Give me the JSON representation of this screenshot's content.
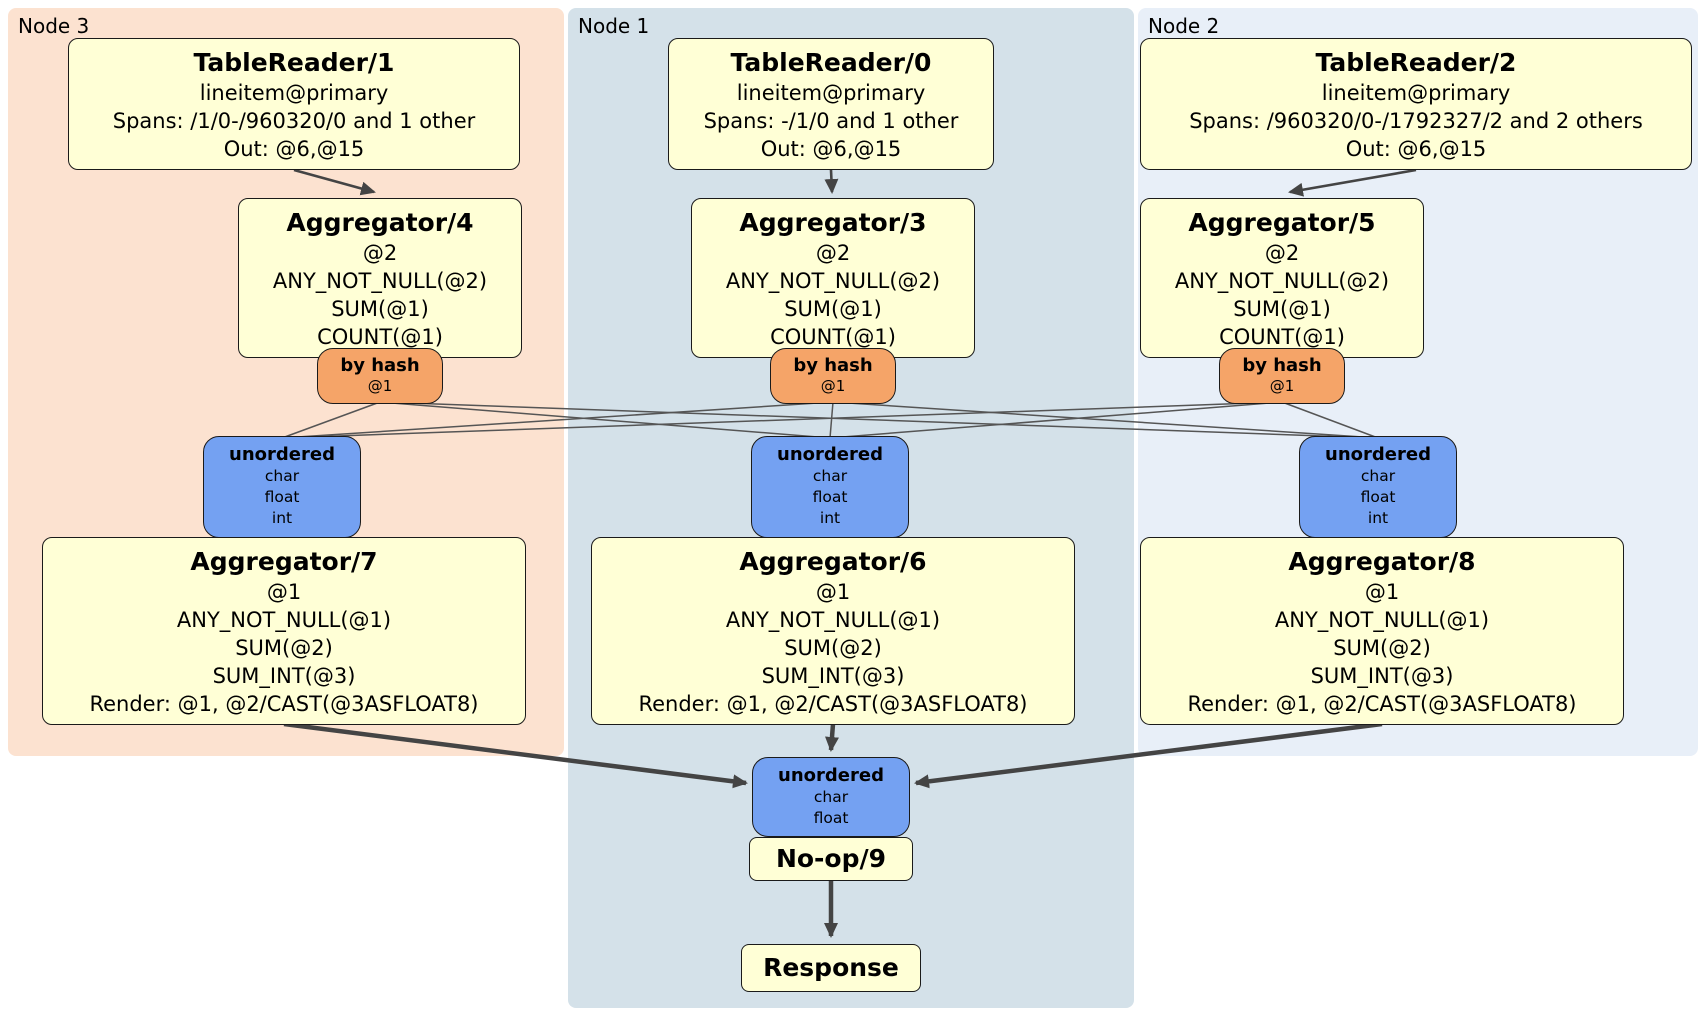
{
  "panels": [
    {
      "label": "Node 3"
    },
    {
      "label": "Node 1"
    },
    {
      "label": "Node 2"
    }
  ],
  "nodes": [
    {
      "table_reader": {
        "title": "TableReader/1",
        "lines": [
          "lineitem@primary",
          "Spans: /1/0-/960320/0 and 1 other",
          "Out: @6,@15"
        ]
      },
      "aggregator": {
        "title": "Aggregator/4",
        "lines": [
          "@2",
          "ANY_NOT_NULL(@2)",
          "SUM(@1)",
          "COUNT(@1)"
        ]
      },
      "router": {
        "title": "by hash",
        "detail": "@1"
      },
      "sync": {
        "title": "unordered",
        "lines": [
          "char",
          "float",
          "int"
        ]
      },
      "final_aggregator": {
        "title": "Aggregator/7",
        "lines": [
          "@1",
          "ANY_NOT_NULL(@1)",
          "SUM(@2)",
          "SUM_INT(@3)",
          "Render: @1, @2/CAST(@3ASFLOAT8)"
        ]
      }
    },
    {
      "table_reader": {
        "title": "TableReader/0",
        "lines": [
          "lineitem@primary",
          "Spans: -/1/0 and 1 other",
          "Out: @6,@15"
        ]
      },
      "aggregator": {
        "title": "Aggregator/3",
        "lines": [
          "@2",
          "ANY_NOT_NULL(@2)",
          "SUM(@1)",
          "COUNT(@1)"
        ]
      },
      "router": {
        "title": "by hash",
        "detail": "@1"
      },
      "sync": {
        "title": "unordered",
        "lines": [
          "char",
          "float",
          "int"
        ]
      },
      "final_aggregator": {
        "title": "Aggregator/6",
        "lines": [
          "@1",
          "ANY_NOT_NULL(@1)",
          "SUM(@2)",
          "SUM_INT(@3)",
          "Render: @1, @2/CAST(@3ASFLOAT8)"
        ]
      }
    },
    {
      "table_reader": {
        "title": "TableReader/2",
        "lines": [
          "lineitem@primary",
          "Spans: /960320/0-/1792327/2 and 2 others",
          "Out: @6,@15"
        ]
      },
      "aggregator": {
        "title": "Aggregator/5",
        "lines": [
          "@2",
          "ANY_NOT_NULL(@2)",
          "SUM(@1)",
          "COUNT(@1)"
        ]
      },
      "router": {
        "title": "by hash",
        "detail": "@1"
      },
      "sync": {
        "title": "unordered",
        "lines": [
          "char",
          "float",
          "int"
        ]
      },
      "final_aggregator": {
        "title": "Aggregator/8",
        "lines": [
          "@1",
          "ANY_NOT_NULL(@1)",
          "SUM(@2)",
          "SUM_INT(@3)",
          "Render: @1, @2/CAST(@3ASFLOAT8)"
        ]
      }
    }
  ],
  "final": {
    "sync": {
      "title": "unordered",
      "lines": [
        "char",
        "float"
      ]
    },
    "noop": {
      "title": "No-op/9"
    },
    "response": {
      "title": "Response"
    }
  },
  "colors": {
    "panel_node3": "#fce2d0",
    "panel_node1": "#d4e1e9",
    "panel_node2": "#e8eff8",
    "processor_fill": "#ffffd6",
    "router_fill": "#f5a468",
    "sync_fill": "#74a1f2",
    "edge": "#444444"
  }
}
